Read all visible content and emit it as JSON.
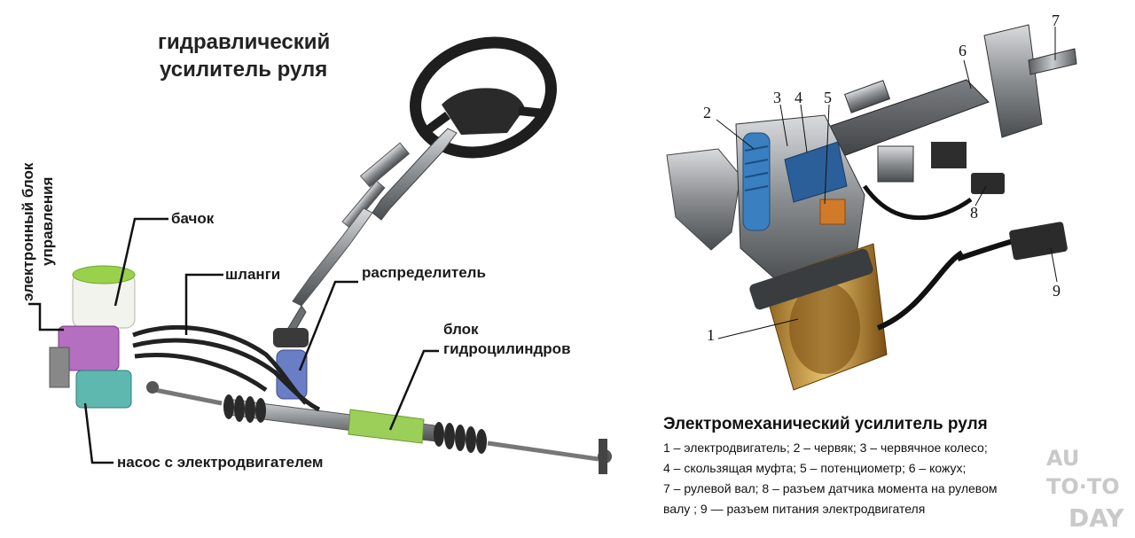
{
  "left": {
    "title_line1": "гидравлический",
    "title_line2": "усилитель руля",
    "ecu_line1": "электронный блок",
    "ecu_line2": "управления",
    "tank": "бачок",
    "hoses": "шланги",
    "distributor": "распределитель",
    "cyl_line1": "блок",
    "cyl_line2": "гидроцилиндров",
    "pump": "насос с электродвигателем"
  },
  "right": {
    "numbers": [
      "1",
      "2",
      "3",
      "4",
      "5",
      "6",
      "7",
      "8",
      "9"
    ],
    "caption_title": "Электромеханический усилитель руля",
    "caption_lines": [
      "1 – электродвигатель; 2 – червяк; 3 – червячное колесо;",
      "4 – скользящая муфта; 5 – потенциометр; 6 – кожух;",
      "7 – рулевой вал; 8 – разъем датчика момента на рулевом",
      "валу ; 9 — разъем питания электродвигателя"
    ]
  },
  "watermark": {
    "l1": "AU",
    "l2": "TO·TO",
    "l3": "DAY"
  },
  "colors": {
    "reservoir_cap": "#9ad14b",
    "ecu": "#b46fc0",
    "pump": "#5fb8b0",
    "distributor": "#6a7ec6",
    "cylinder": "#9bcf5a",
    "motor": "#d6a84a",
    "worm": "#3a7fc0"
  }
}
